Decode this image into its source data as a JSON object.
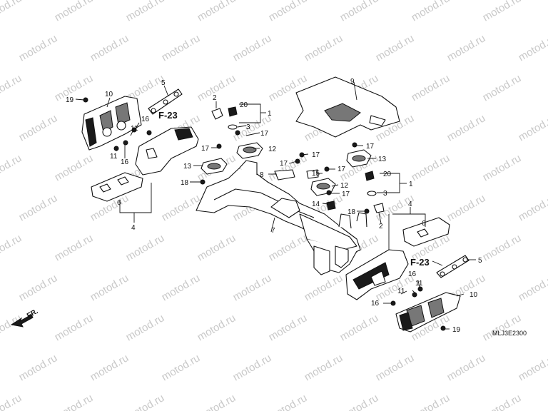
{
  "watermark": "motod.ru",
  "diagram_code": "MLJ3E2300",
  "front_marker": "FR.",
  "ref_marks": {
    "upper_left": "F-23",
    "lower_right": "F-23"
  },
  "callouts": {
    "p1a": "1",
    "p1b": "1",
    "p2a": "2",
    "p2b": "2",
    "p3a": "3",
    "p3b": "3",
    "p4a": "4",
    "p4b": "4",
    "p5a": "5",
    "p5b": "5",
    "p6a": "6",
    "p6b": "6",
    "p7": "7",
    "p8": "8",
    "p9": "9",
    "p10a": "10",
    "p10b": "10",
    "p11a": "11",
    "p11b": "11",
    "p11c": "11",
    "p11d": "11",
    "p12a": "12",
    "p12b": "12",
    "p13a": "13",
    "p13b": "13",
    "p14": "14",
    "p15": "15",
    "p16a": "16",
    "p16b": "16",
    "p16c": "16",
    "p17a": "17",
    "p17b": "17",
    "p17c": "17",
    "p17d": "17",
    "p17e": "17",
    "p17f": "17",
    "p18a": "18",
    "p18b": "18",
    "p19a": "19",
    "p19b": "19",
    "p20a": "20",
    "p20b": "20"
  }
}
